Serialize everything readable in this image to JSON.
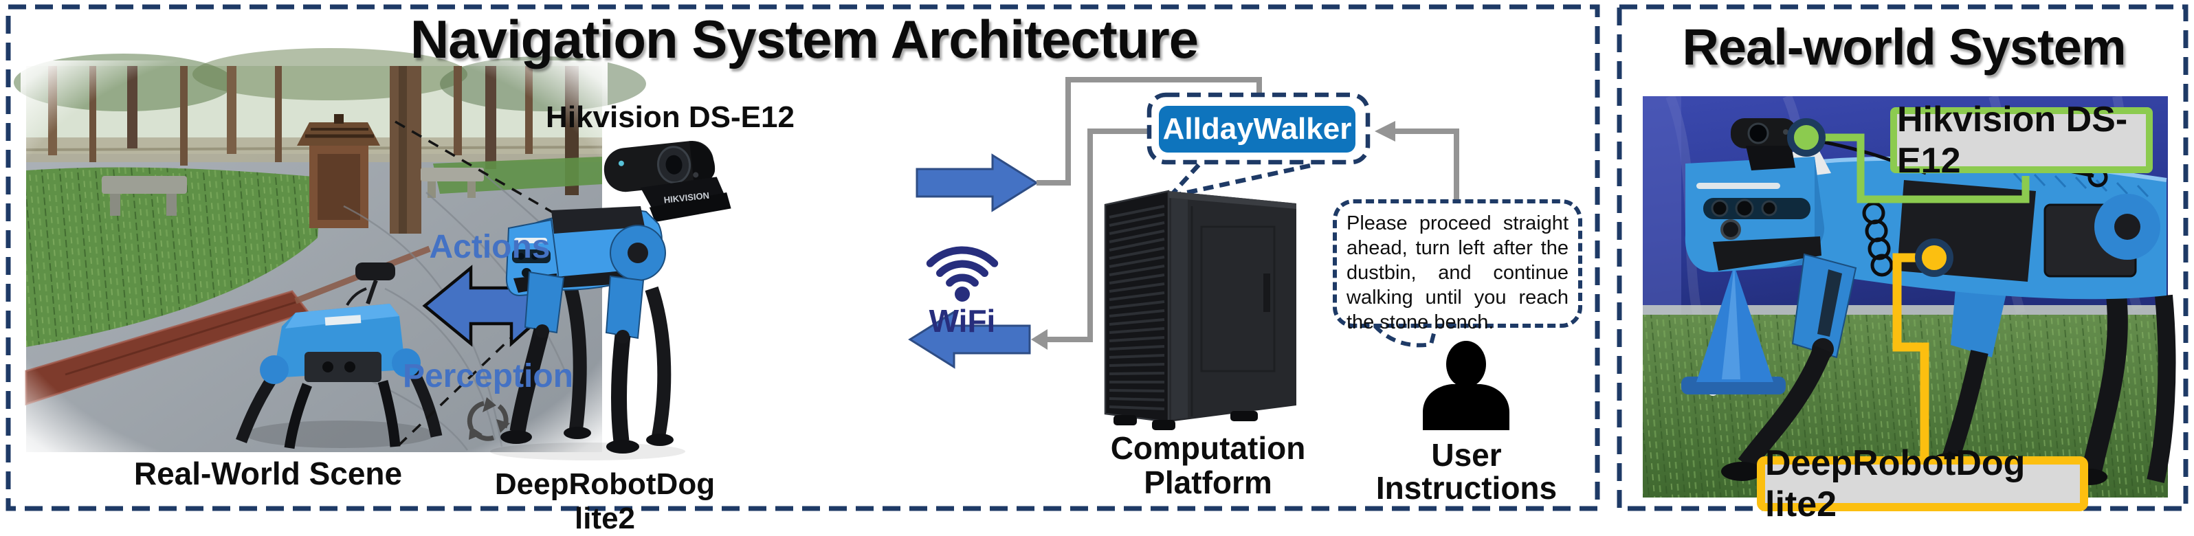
{
  "left": {
    "title": "Navigation System Architecture",
    "scene_caption": "Real-World Scene",
    "camera_label": "Hikvision DS-E12",
    "camera_brand": "HIKVISION",
    "robot_label": "DeepRobotDog lite2",
    "actions_label": "Actions",
    "perception_label": "Perception",
    "wifi_label": "WiFi",
    "module_label": "AlldayWalker",
    "computer_label": "Computation Platform",
    "user_label": "User Instructions",
    "user_speech": "Please proceed straight ahead, turn left after the dustbin, and continue walking until you reach the stone bench."
  },
  "right": {
    "title": "Real-world System",
    "camera_callout": "Hikvision DS-E12",
    "robot_callout": "DeepRobotDog lite2"
  },
  "icons": {
    "wifi": "wifi-icon",
    "cycle": "cycle-icon",
    "person": "person-icon",
    "double_arrow": "actions-perception-double-arrow-icon",
    "flow_arrow_right": "flow-arrow-right-icon",
    "flow_arrow_left": "flow-arrow-left-icon",
    "webcam": "webcam-image",
    "robot": "robot-dog-image",
    "computer": "computer-tower-image"
  },
  "colors": {
    "panel_border": "#1e3a66",
    "accent_blue": "#4472c4",
    "module_blue": "#0e74bd",
    "wifi_navy": "#272e7d",
    "connector_gray": "#949494",
    "callout_green": "#8ccb4f",
    "callout_yellow": "#fcbf10",
    "callout_fill": "#d9d9d9",
    "robot_blue": "#3f9ce8"
  }
}
